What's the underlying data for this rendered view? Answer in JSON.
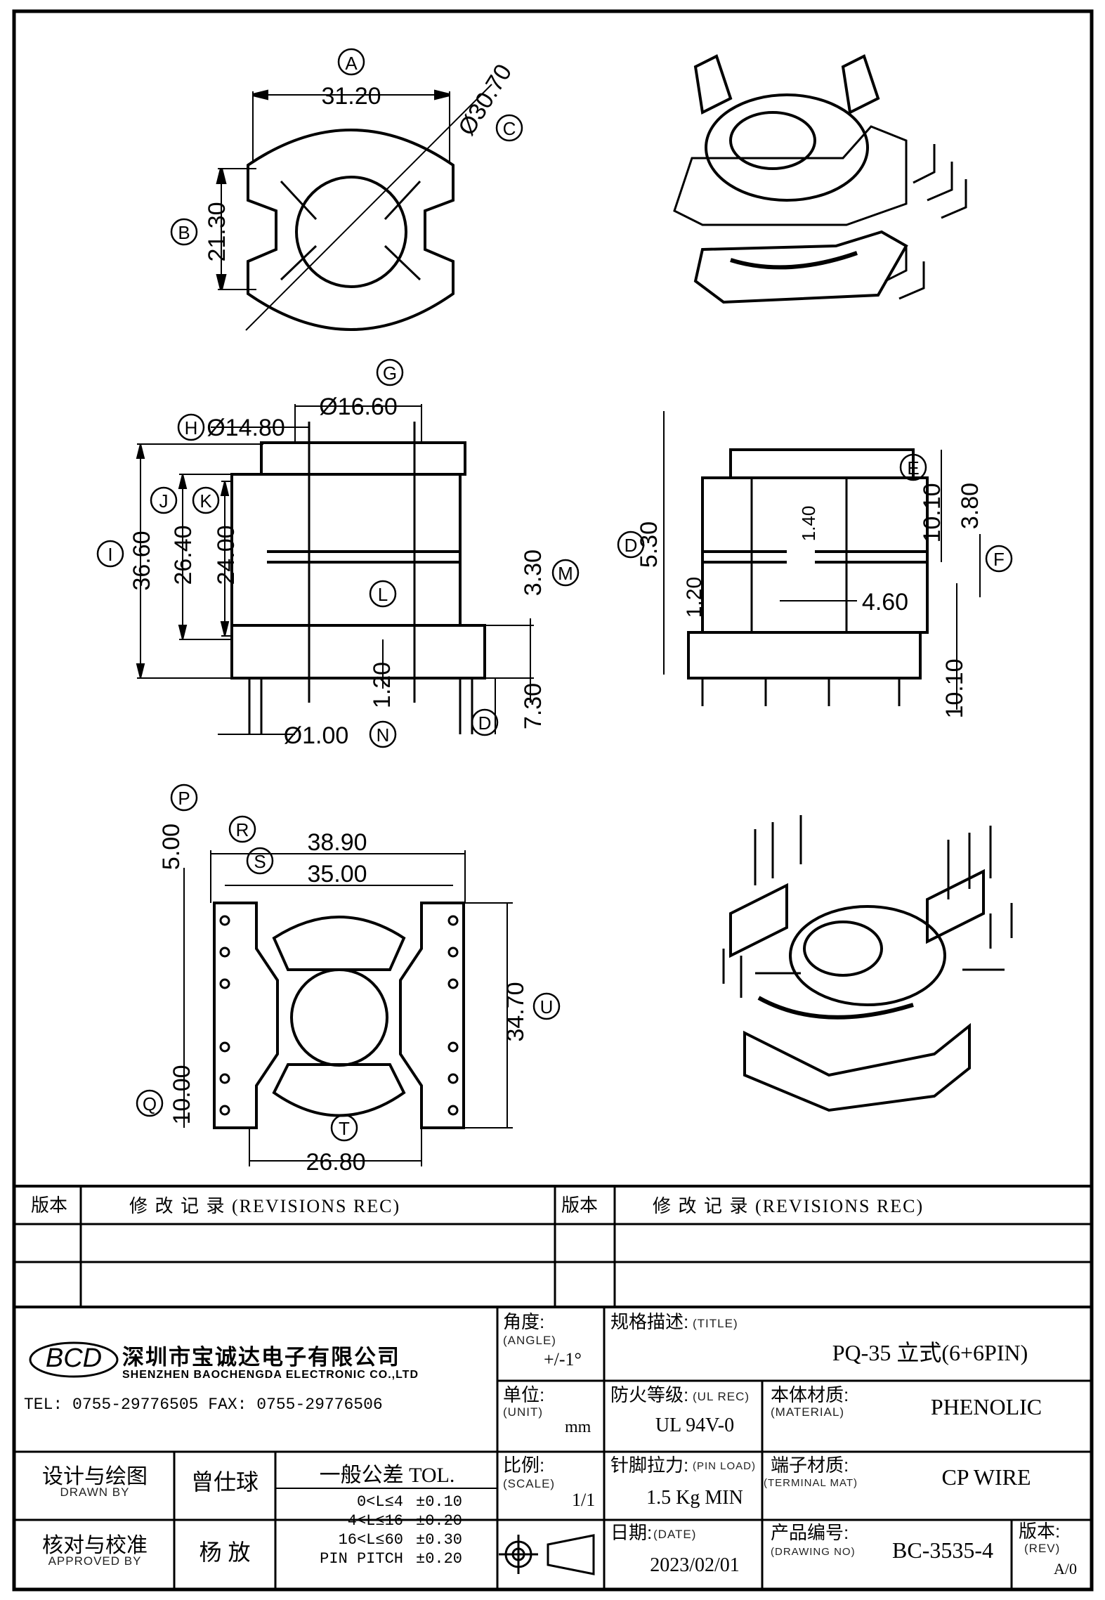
{
  "dimensions": {
    "top_view": {
      "A": "31.20",
      "B": "21.30",
      "C": "Ø30.70"
    },
    "side_view": {
      "G": "Ø16.60",
      "H": "Ø14.80",
      "I": "36.60",
      "J": "26.40",
      "K": "24.00",
      "L": "1.20",
      "M": "3.30",
      "N": "Ø1.00",
      "D": "7.30"
    },
    "end_view": {
      "E_val": "10.10",
      "F_val": "3.80",
      "D_val": "5.30",
      "slot_w": "1.40",
      "flange_t": "1.20",
      "gap": "4.60",
      "pin_len": "10.10"
    },
    "bottom_view": {
      "R": "38.90",
      "S": "35.00",
      "P": "5.00",
      "Q": "10.00",
      "U": "34.70",
      "T": "26.80"
    }
  },
  "circle_labels": [
    "A",
    "B",
    "C",
    "G",
    "H",
    "I",
    "J",
    "K",
    "L",
    "M",
    "N",
    "D",
    "E",
    "F",
    "P",
    "Q",
    "R",
    "S",
    "T",
    "U"
  ],
  "revisions": {
    "col_version": "版本",
    "col_record": "修 改 记 录 (REVISIONS REC)"
  },
  "company": {
    "logo": "BCD",
    "name_cn": "深圳市宝诚达电子有限公司",
    "name_en": "SHENZHEN BAOCHENGDA ELECTRONIC CO.,LTD",
    "tel_fax": "TEL: 0755-29776505   FAX: 0755-29776506"
  },
  "title_block": {
    "angle_label": "角度:",
    "angle_sub": "(ANGLE)",
    "angle_val": "+/-1°",
    "spec_label": "规格描述:",
    "spec_sub": "(TITLE)",
    "spec_val": "PQ-35 立式(6+6PIN)",
    "unit_label": "单位:",
    "unit_sub": "(UNIT)",
    "unit_val": "mm",
    "ul_label": "防火等级:",
    "ul_sub": "(UL REC)",
    "ul_val": "UL 94V-0",
    "mat_label": "本体材质:",
    "mat_sub": "(MATERIAL)",
    "mat_val": "PHENOLIC",
    "drawn_label": "设计与绘图",
    "drawn_sub": "DRAWN BY",
    "drawn_val": "曾仕球",
    "tol_label": "一般公差 TOL.",
    "tol_rows": [
      {
        "range": "0<L≤4",
        "tol": "±0.10"
      },
      {
        "range": "4<L≤16",
        "tol": "±0.20"
      },
      {
        "range": "16<L≤60",
        "tol": "±0.30"
      },
      {
        "range": "PIN PITCH",
        "tol": "±0.20"
      }
    ],
    "scale_label": "比例:",
    "scale_sub": "(SCALE)",
    "scale_val": "1/1",
    "pin_label": "针脚拉力:",
    "pin_sub": "(PIN LOAD)",
    "pin_val": "1.5 Kg MIN",
    "term_label": "端子材质:",
    "term_sub": "(TERMINAL MAT)",
    "term_val": "CP WIRE",
    "approved_label": "核对与校准",
    "approved_sub": "APPROVED BY",
    "approved_val": "杨 放",
    "date_label": "日期:",
    "date_sub": "(DATE)",
    "date_val": "2023/02/01",
    "dwg_label": "产品编号:",
    "dwg_sub": "(DRAWING NO)",
    "dwg_val": "BC-3535-4",
    "rev_label": "版本:",
    "rev_sub": "(REV)",
    "rev_val": "A/0"
  }
}
